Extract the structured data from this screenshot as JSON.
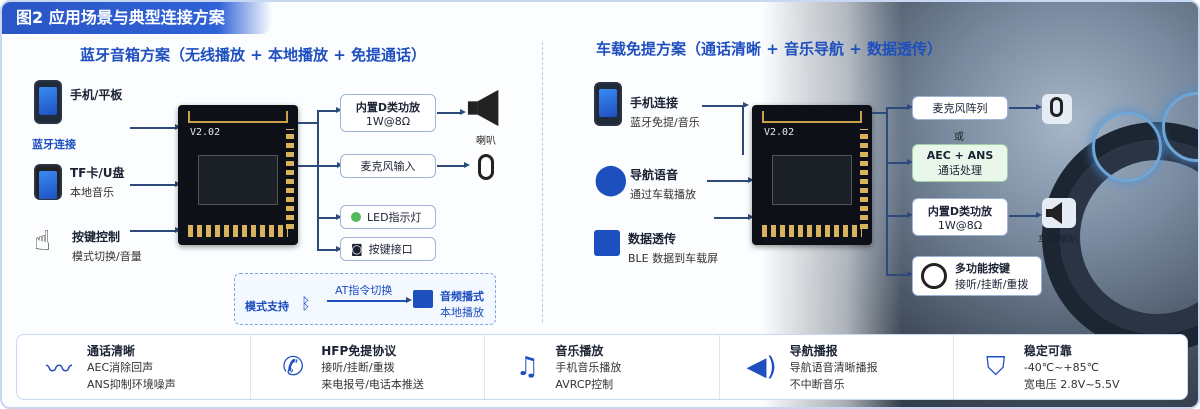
{
  "figure_title": "图2  应用场景与典型连接方案",
  "left": {
    "title": "蓝牙音箱方案（无线播放 + 本地播放 + 免提通话）",
    "inputs": [
      {
        "icon": "smartphone-icon",
        "t1": "手机/平板",
        "t2": "",
        "caption": "蓝牙连接"
      },
      {
        "icon": "sd-card-icon",
        "t1": "TF卡/U盘",
        "t2": "本地音乐"
      },
      {
        "icon": "touch-icon",
        "t1": "按键控制",
        "t2": "模式切换/音量"
      }
    ],
    "chip_label": "V2.02",
    "outputs": [
      {
        "t1": "内置D类功放",
        "t2": "1W@8Ω",
        "target": "喇叭"
      },
      {
        "t1": "麦克风输入"
      },
      {
        "t1": "LED指示灯"
      },
      {
        "t1": "按键接口"
      }
    ],
    "at": {
      "mode": "模式支持",
      "arrow": "AT指令切换",
      "r1": "音频播式",
      "r2": "本地播放"
    }
  },
  "right": {
    "title": "车载免提方案（通话清晰 + 音乐导航 + 数据透传）",
    "inputs": [
      {
        "icon": "smartphone-icon",
        "t1": "手机连接",
        "t2": "蓝牙免提/音乐"
      },
      {
        "icon": "location-pin-icon",
        "t1": "导航语音",
        "t2": "通过车载播放"
      },
      {
        "icon": "bar-chart-icon",
        "t1": "数据透传",
        "t2": "BLE 数据到车载屏"
      }
    ],
    "chip_label": "V2.02",
    "mic_array": "麦克风阵列",
    "or": "或",
    "aec": {
      "t1": "AEC + ANS",
      "t2": "通话处理"
    },
    "amp": {
      "t1": "内置D类功放",
      "t2": "1W@8Ω",
      "target": "车载喇叭"
    },
    "keys": {
      "t1": "多功能按键",
      "t2": "接听/挂断/重拨"
    }
  },
  "features": [
    {
      "icon": "waveform-icon",
      "t": "通话清晰",
      "d1": "AEC消除回声",
      "d2": "ANS抑制环境噪声"
    },
    {
      "icon": "phone-icon",
      "t": "HFP免提协议",
      "d1": "接听/挂断/重拨",
      "d2": "来电报号/电话本推送"
    },
    {
      "icon": "music-note-icon",
      "t": "音乐播放",
      "d1": "手机音乐播放",
      "d2": "AVRCP控制"
    },
    {
      "icon": "speaker-icon",
      "t": "导航播报",
      "d1": "导航语音清晰播报",
      "d2": "不中断音乐"
    },
    {
      "icon": "shield-check-icon",
      "t": "稳定可靠",
      "d1": "-40℃~+85℃",
      "d2": "宽电压 2.8V~5.5V"
    }
  ]
}
